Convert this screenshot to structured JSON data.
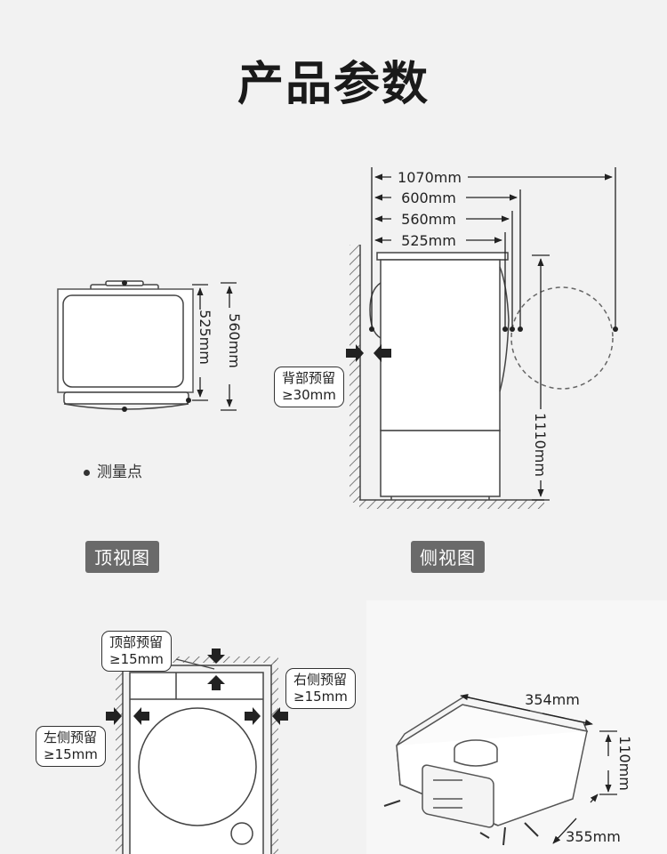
{
  "page_title": "产品参数",
  "top_view": {
    "label": "顶视图",
    "dim_525": "525mm",
    "dim_560": "560mm",
    "legend": "测量点"
  },
  "side_view": {
    "label": "侧视图",
    "dim_1070": "1070mm",
    "dim_600": "600mm",
    "dim_560": "560mm",
    "dim_525": "525mm",
    "dim_1110": "1110mm",
    "back_clearance": {
      "line1": "背部预留",
      "line2": "≥30mm"
    }
  },
  "front_view": {
    "top_clearance": {
      "line1": "顶部预留",
      "line2": "≥15mm"
    },
    "right_clearance": {
      "line1": "右侧预留",
      "line2": "≥15mm"
    },
    "left_clearance": {
      "line1": "左侧预留",
      "line2": "≥15mm"
    }
  },
  "robot": {
    "dim_354": "354mm",
    "dim_110": "110mm",
    "dim_355": "355mm"
  }
}
